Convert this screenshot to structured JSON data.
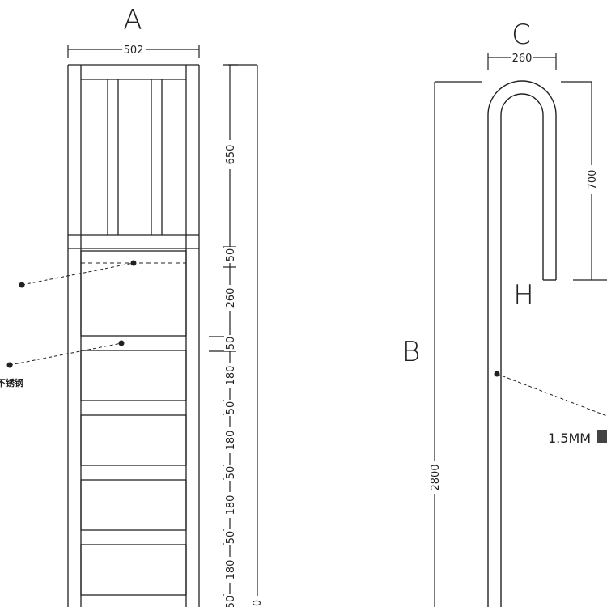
{
  "view_labels": {
    "a": "A",
    "b": "B",
    "c": "C",
    "h": "H"
  },
  "dimensions": {
    "width_a": "502",
    "width_c": "260",
    "d650": "650",
    "d50": "50",
    "d260": "260",
    "d180": "180",
    "d700": "700",
    "d2800": "2800",
    "d0": "0"
  },
  "notes": {
    "steel_partial": "不锈钢",
    "thickness": "1.5MM"
  },
  "colors": {
    "line": "#222222",
    "background": "#ffffff"
  }
}
